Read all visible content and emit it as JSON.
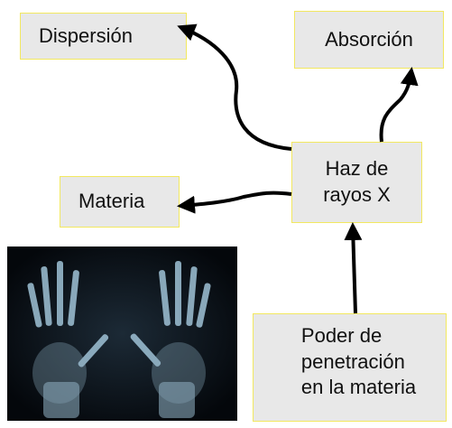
{
  "nodes": {
    "dispersion": "Dispersión",
    "absorcion": "Absorción",
    "haz_line1": "Haz de",
    "haz_line2": "rayos X",
    "materia": "Materia",
    "poder_line1": "Poder de",
    "poder_line2": "penetración",
    "poder_line3": "en la materia"
  },
  "edges": [
    {
      "from": "haz",
      "to": "dispersion"
    },
    {
      "from": "haz",
      "to": "absorcion"
    },
    {
      "from": "haz",
      "to": "materia"
    },
    {
      "from": "poder",
      "to": "haz"
    }
  ],
  "image": {
    "icon": "hands-xray-image"
  },
  "colors": {
    "box_fill": "#e8e8e8",
    "box_border": "#f2e860",
    "arrow": "#000000",
    "xray_bg": "#050a10",
    "bone": "#9fc2d6"
  }
}
